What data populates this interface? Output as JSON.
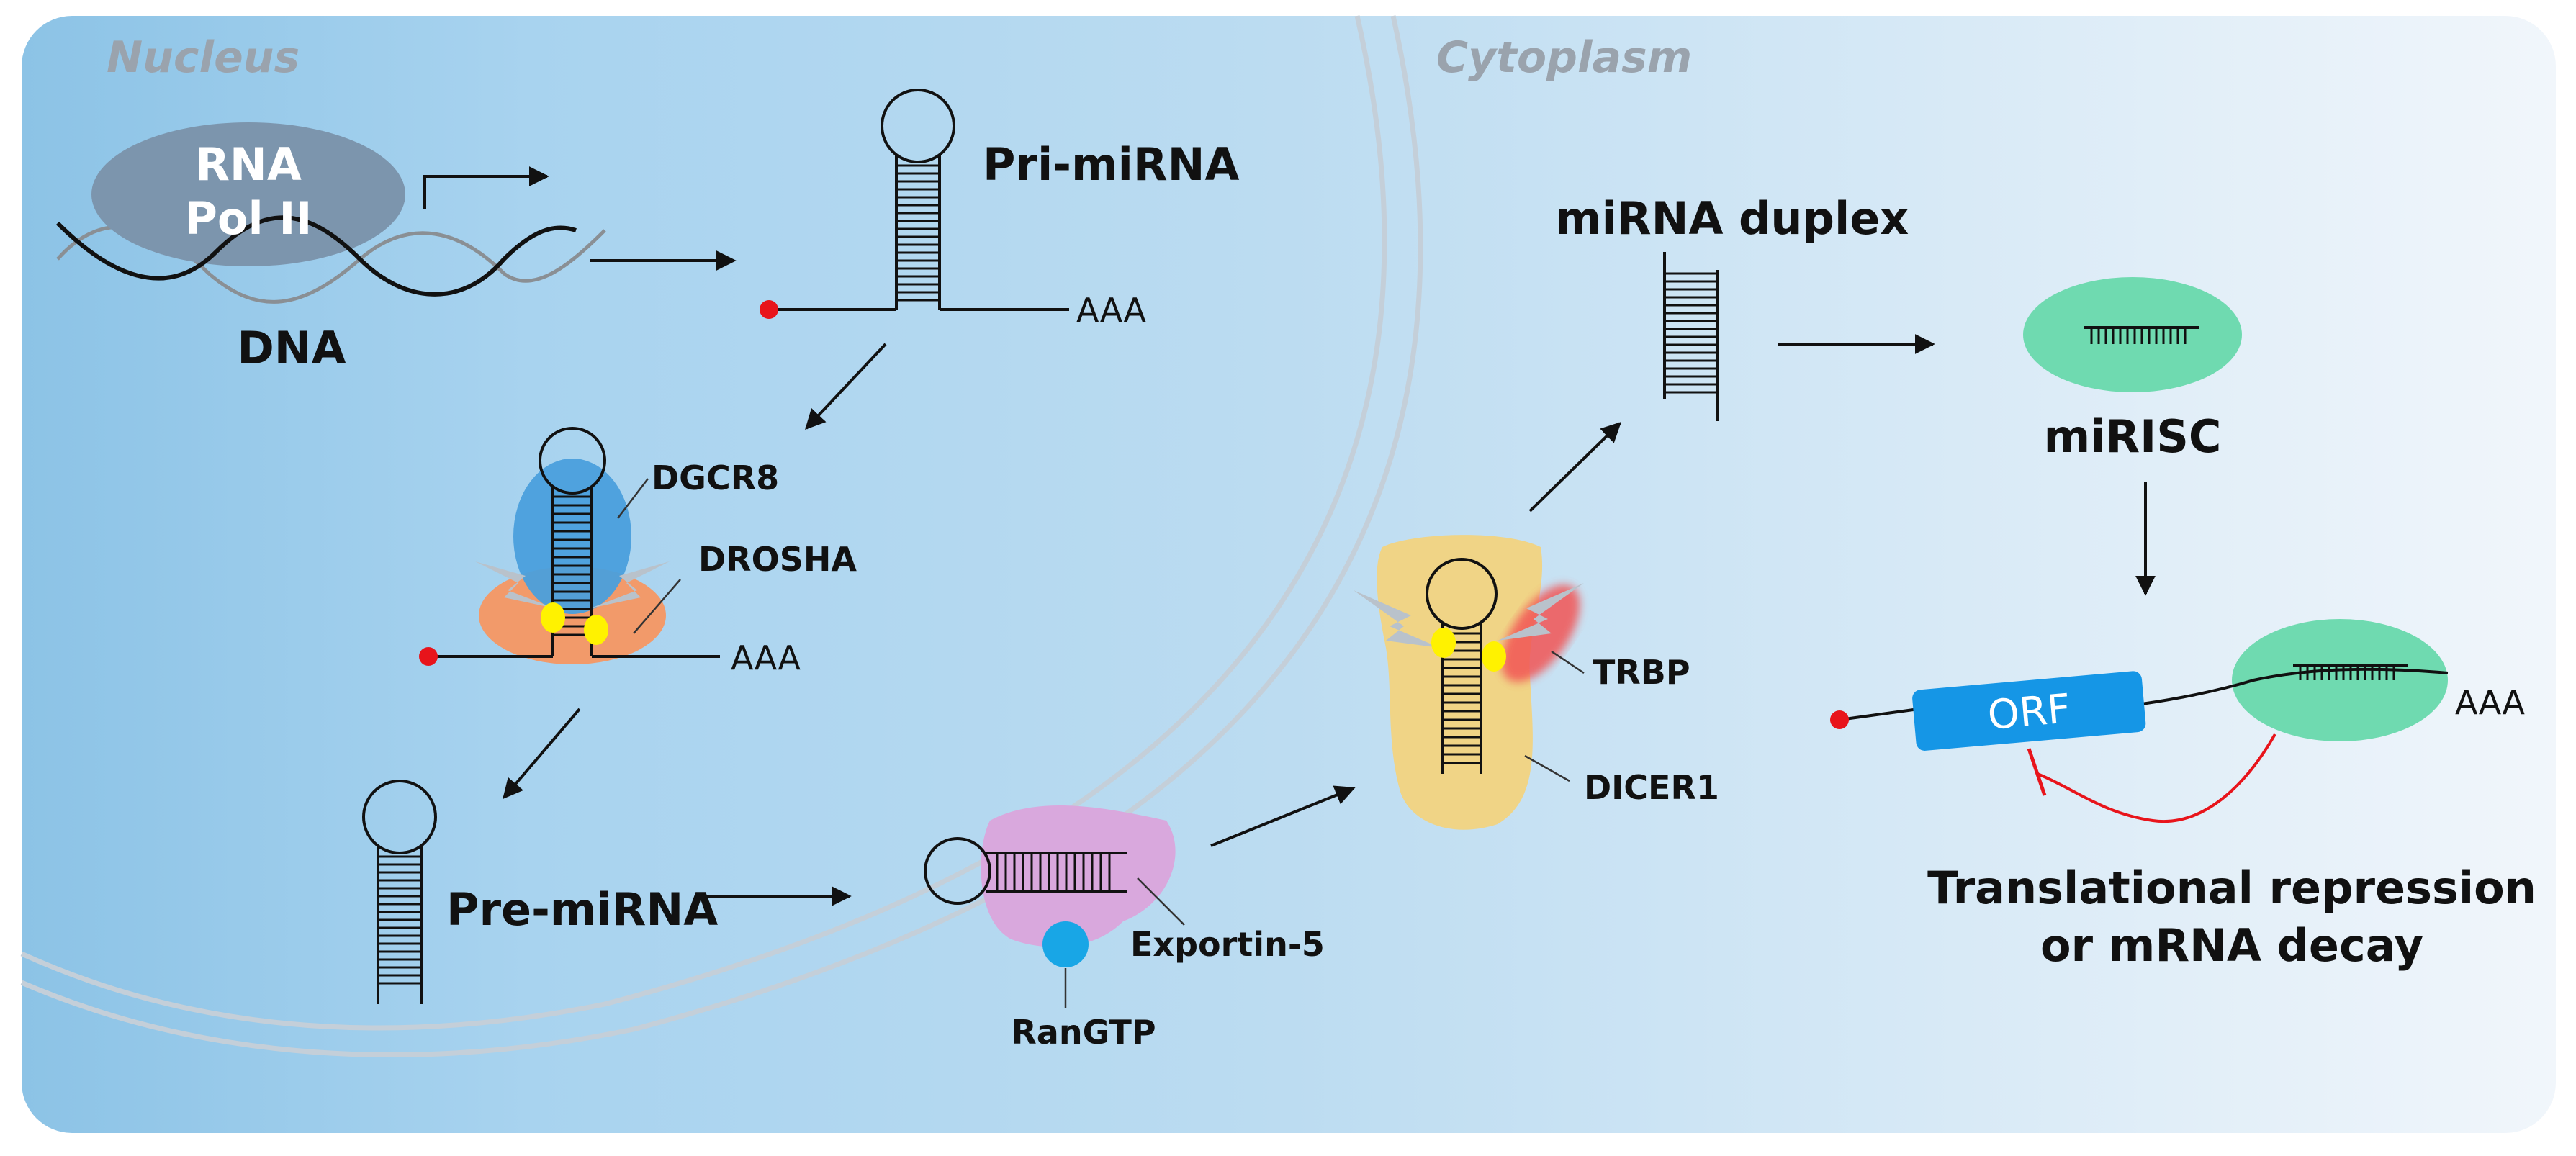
{
  "regions": {
    "nucleus": "Nucleus",
    "cytoplasm": "Cytoplasm"
  },
  "rna_pol": {
    "line1": "RNA",
    "line2": "Pol II"
  },
  "dna": "DNA",
  "pri_mirna": {
    "label": "Pri-miRNA",
    "tail": "AAA"
  },
  "microprocessor": {
    "dgcr8": "DGCR8",
    "drosha": "DROSHA",
    "tail": "AAA"
  },
  "pre_mirna": "Pre-miRNA",
  "export": {
    "exportin": "Exportin-5",
    "rangtp": "RanGTP"
  },
  "dicer": {
    "trbp": "TRBP",
    "dicer1": "DICER1"
  },
  "duplex": "miRNA duplex",
  "mirisc": "miRISC",
  "target": {
    "orf": "ORF",
    "tail": "AAA"
  },
  "outcome": {
    "line1": "Translational repression",
    "line2": "or mRNA decay"
  },
  "colors": {
    "nucleus_bg": "#a9d2ee",
    "cytoplasm_bg": "#dcebf6",
    "rna_pol": "#7c95ad",
    "dgcr8": "#4a9fdc",
    "drosha": "#f29a6a",
    "exportin": "#d9a8dd",
    "rangtp": "#18a6e6",
    "dicer": "#f0d486",
    "trbp": "#f25555",
    "mirisc": "#6fdab0",
    "orf": "#1596e6",
    "cap": "#e8141b",
    "cleavage_site": "#fff200",
    "repression": "#e8141b"
  }
}
